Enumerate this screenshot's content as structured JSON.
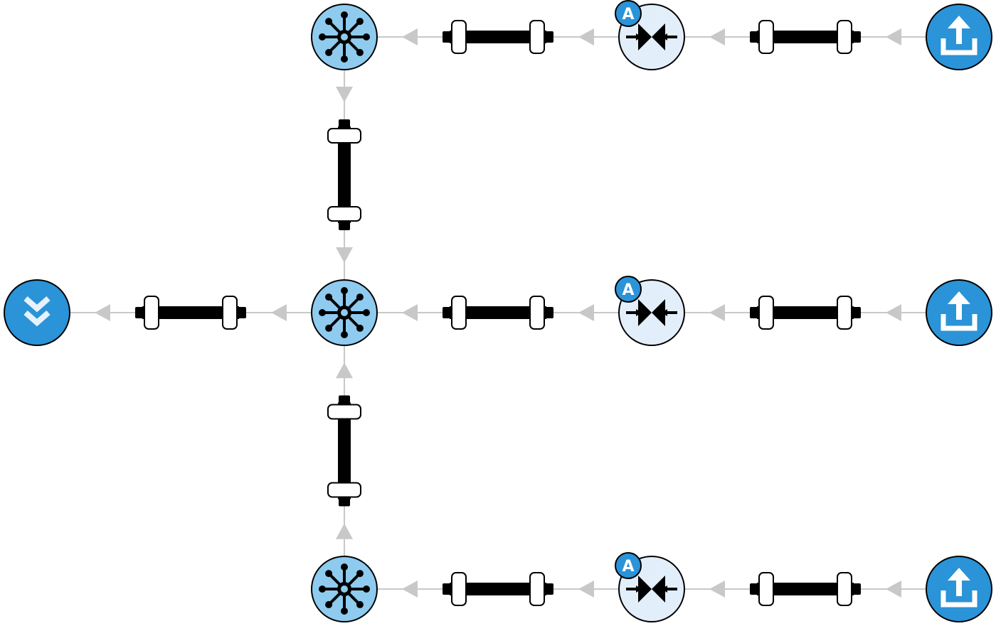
{
  "colors": {
    "background": "#ffffff",
    "link": "#c8c8c8",
    "arrow": "#c8c8c8",
    "pipe": "#000000",
    "coupling_fill": "#ffffff",
    "source_fill": "#2b93d7",
    "sink_fill": "#2b93d7",
    "junction_fill": "#8ecbef",
    "valve_fill": "#e3eefb",
    "badge_fill": "#2b93d7",
    "badge_text": "#ffffff",
    "outline": "#000000"
  },
  "diagram": {
    "nodes": [
      {
        "id": "src1",
        "kind": "source",
        "icon": "upload-icon"
      },
      {
        "id": "src2",
        "kind": "source",
        "icon": "upload-icon"
      },
      {
        "id": "src3",
        "kind": "source",
        "icon": "upload-icon"
      },
      {
        "id": "valve1",
        "kind": "valve",
        "icon": "valve-icon",
        "badge": "A"
      },
      {
        "id": "valve2",
        "kind": "valve",
        "icon": "valve-icon",
        "badge": "A"
      },
      {
        "id": "valve3",
        "kind": "valve",
        "icon": "valve-icon",
        "badge": "A"
      },
      {
        "id": "junc1",
        "kind": "junction",
        "icon": "hub-icon"
      },
      {
        "id": "junc2",
        "kind": "junction",
        "icon": "hub-icon"
      },
      {
        "id": "junc3",
        "kind": "junction",
        "icon": "hub-icon"
      },
      {
        "id": "sink",
        "kind": "sink",
        "icon": "double-chevron-down-icon"
      }
    ],
    "edges": [
      {
        "from": "src1",
        "to": "valve1",
        "pipe": true
      },
      {
        "from": "valve1",
        "to": "junc1",
        "pipe": true
      },
      {
        "from": "src2",
        "to": "valve2",
        "pipe": true
      },
      {
        "from": "valve2",
        "to": "junc2",
        "pipe": true
      },
      {
        "from": "src3",
        "to": "valve3",
        "pipe": true
      },
      {
        "from": "valve3",
        "to": "junc3",
        "pipe": true
      },
      {
        "from": "junc1",
        "to": "junc2",
        "pipe": true
      },
      {
        "from": "junc3",
        "to": "junc2",
        "pipe": true
      },
      {
        "from": "junc2",
        "to": "sink",
        "pipe": true
      }
    ]
  }
}
